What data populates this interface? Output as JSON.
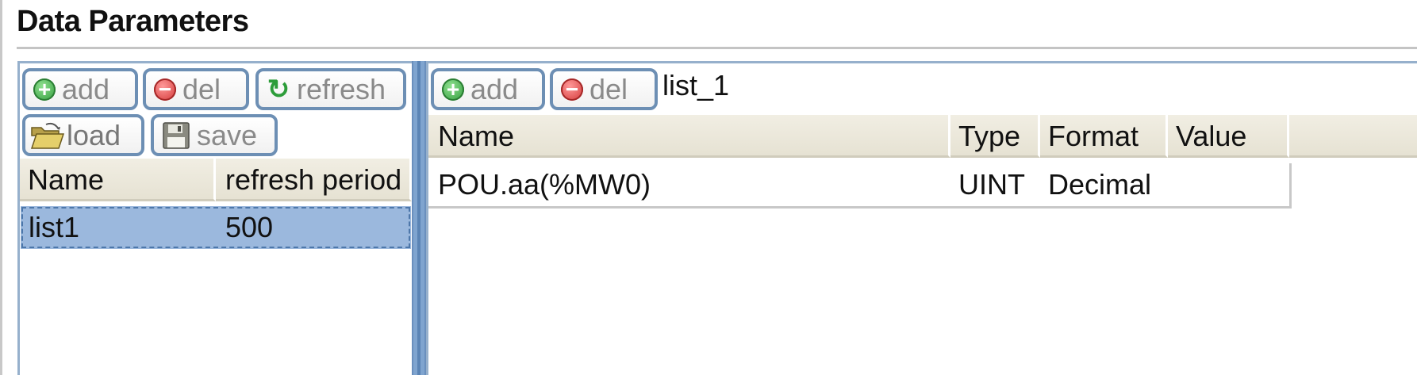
{
  "section": {
    "title": "Data Parameters"
  },
  "left_panel": {
    "toolbar": {
      "add_label": "add",
      "del_label": "del",
      "refresh_label": "refresh",
      "load_label": "load",
      "save_label": "save"
    },
    "table": {
      "columns": [
        "Name",
        "refresh period"
      ],
      "rows": [
        {
          "name": "list1",
          "refresh_period": "500",
          "selected": true
        }
      ]
    }
  },
  "right_panel": {
    "toolbar": {
      "add_label": "add",
      "del_label": "del",
      "list_name": "list_1"
    },
    "table": {
      "columns": [
        "Name",
        "Type",
        "Format",
        "Value"
      ],
      "rows": [
        {
          "name": "POU.aa(%MW0)",
          "type": "UINT",
          "format": "Decimal",
          "value": ""
        }
      ]
    }
  },
  "icons": {
    "add": "add-circle-icon",
    "del": "remove-circle-icon",
    "refresh": "refresh-icon",
    "load": "folder-open-icon",
    "save": "floppy-disk-icon"
  },
  "colors": {
    "button_border": "#6d8fb4",
    "panel_border": "#96b0cc",
    "selection": "#9bb8dd",
    "header_bg": "#ece9dd",
    "add_icon": "#2f9a3a",
    "del_icon": "#d13434"
  }
}
